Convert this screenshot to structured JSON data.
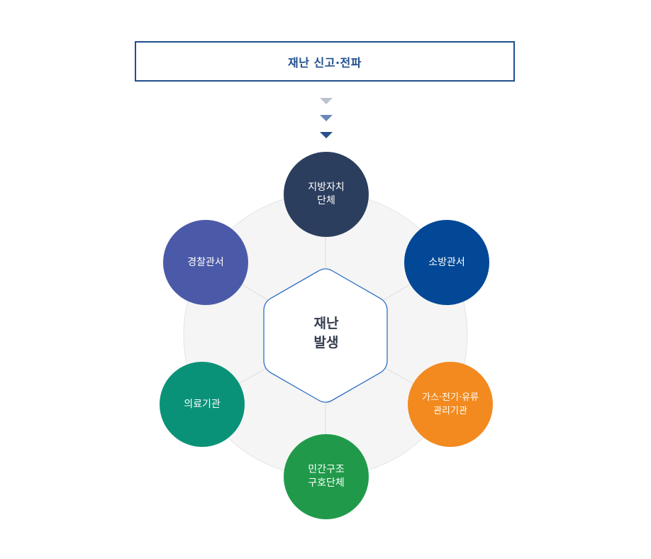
{
  "header": {
    "report_label": "재난 신고·전파"
  },
  "center": {
    "line1": "재난",
    "line2": "발생"
  },
  "nodes": {
    "local_gov": {
      "label": "지방자치\n단체",
      "color": "#2c3e5e"
    },
    "fire": {
      "label": "소방관서",
      "color": "#034896"
    },
    "utility": {
      "label": "가스·전기·유류\n관리기관",
      "color": "#f28a1f"
    },
    "civil_rescue": {
      "label": "민간구조\n구호단체",
      "color": "#209a4a"
    },
    "medical": {
      "label": "의료기관",
      "color": "#0a9279"
    },
    "police": {
      "label": "경찰관서",
      "color": "#4b5aa8"
    }
  },
  "colors": {
    "accent": "#1f4e8c",
    "hexagon_border": "#2e6fc4",
    "ring_fill": "#f5f5f5",
    "arrow_1": "#bcc3cf",
    "arrow_2": "#6a89b8",
    "arrow_3": "#2a4f8c"
  }
}
